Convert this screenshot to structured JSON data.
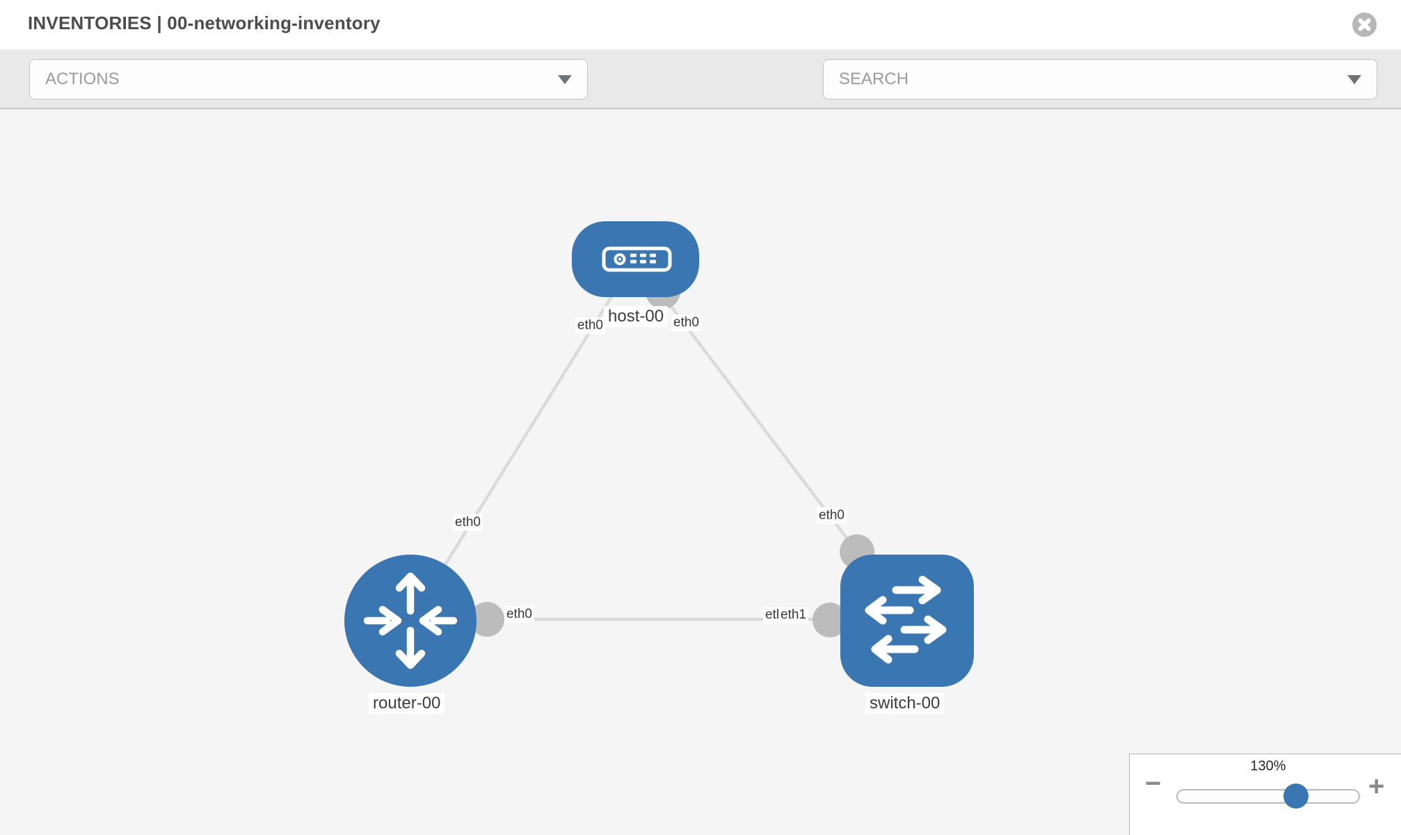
{
  "header": {
    "title": "INVENTORIES | 00-networking-inventory"
  },
  "toolbar": {
    "actions_placeholder": "ACTIONS",
    "search_placeholder": "SEARCH"
  },
  "topology": {
    "nodes": [
      {
        "label": "host-00",
        "type": "host"
      },
      {
        "label": "router-00",
        "type": "router"
      },
      {
        "label": "switch-00",
        "type": "switch"
      }
    ],
    "links": [
      {
        "from": "host-00",
        "to": "router-00",
        "from_interface": "eth0",
        "to_interface": "eth0"
      },
      {
        "from": "host-00",
        "to": "switch-00",
        "from_interface": "eth0",
        "to_interface": "eth0"
      },
      {
        "from": "router-00",
        "to": "switch-00",
        "from_interface": "eth0",
        "to_interface": "eth1"
      }
    ]
  },
  "zoom_control": {
    "level_label": "130%",
    "zoom_out_label": "−",
    "zoom_in_label": "+"
  },
  "colors": {
    "node_blue": "#3a77b2",
    "link_gray": "#dadada",
    "port_gray": "#bcbcbc",
    "canvas_bg": "#f5f5f5",
    "toolbar_bg": "#e9e9e9",
    "slider_handle_blue": "#3a77b2"
  }
}
